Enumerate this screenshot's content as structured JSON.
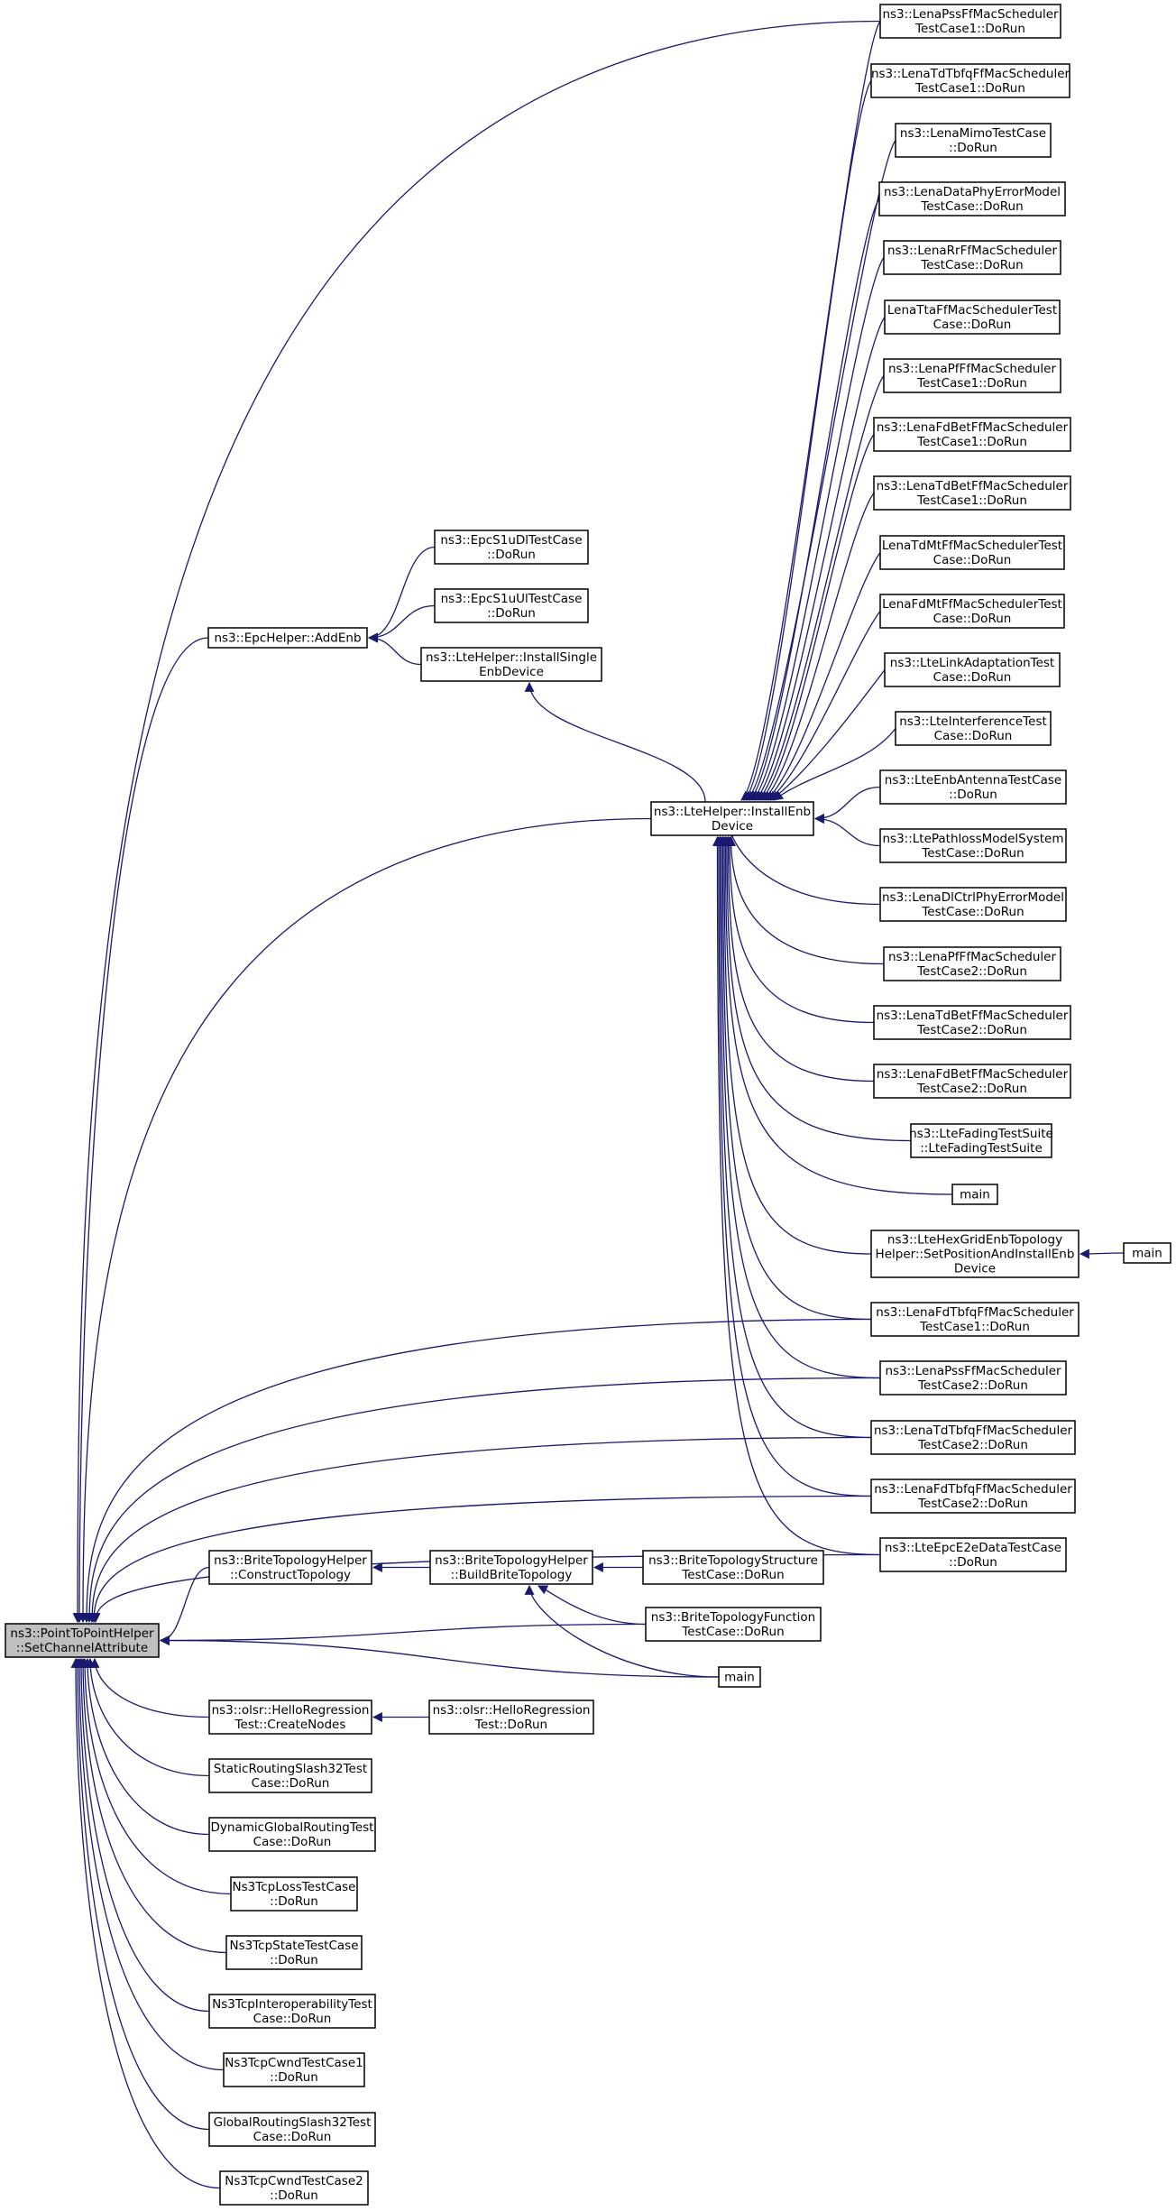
{
  "graph": {
    "edge_color": "#191970",
    "root_fill": "#bfbfbf",
    "node_border": "#000000",
    "nodes": [
      {
        "id": "root",
        "lines": [
          "ns3::PointToPointHelper",
          "::SetChannelAttribute"
        ]
      },
      {
        "id": "epc_addenb",
        "lines": [
          "ns3::EpcHelper::AddEnb"
        ]
      },
      {
        "id": "epc_s1u_dl",
        "lines": [
          "ns3::EpcS1uDlTestCase",
          "::DoRun"
        ]
      },
      {
        "id": "epc_s1u_ul",
        "lines": [
          "ns3::EpcS1uUlTestCase",
          "::DoRun"
        ]
      },
      {
        "id": "lte_install_single",
        "lines": [
          "ns3::LteHelper::InstallSingle",
          "EnbDevice"
        ]
      },
      {
        "id": "lte_install_enb",
        "lines": [
          "ns3::LteHelper::InstallEnb",
          "Device"
        ]
      },
      {
        "id": "pss1",
        "lines": [
          "ns3::LenaPssFfMacScheduler",
          "TestCase1::DoRun"
        ]
      },
      {
        "id": "tdtbfq1",
        "lines": [
          "ns3::LenaTdTbfqFfMacScheduler",
          "TestCase1::DoRun"
        ]
      },
      {
        "id": "mimo",
        "lines": [
          "ns3::LenaMimoTestCase",
          "::DoRun"
        ]
      },
      {
        "id": "dataphy",
        "lines": [
          "ns3::LenaDataPhyErrorModel",
          "TestCase::DoRun"
        ]
      },
      {
        "id": "rr",
        "lines": [
          "ns3::LenaRrFfMacScheduler",
          "TestCase::DoRun"
        ]
      },
      {
        "id": "tta",
        "lines": [
          "LenaTtaFfMacSchedulerTest",
          "Case::DoRun"
        ]
      },
      {
        "id": "pf1",
        "lines": [
          "ns3::LenaPfFfMacScheduler",
          "TestCase1::DoRun"
        ]
      },
      {
        "id": "fdbet1",
        "lines": [
          "ns3::LenaFdBetFfMacScheduler",
          "TestCase1::DoRun"
        ]
      },
      {
        "id": "tdbet1",
        "lines": [
          "ns3::LenaTdBetFfMacScheduler",
          "TestCase1::DoRun"
        ]
      },
      {
        "id": "tdmt",
        "lines": [
          "LenaTdMtFfMacSchedulerTest",
          "Case::DoRun"
        ]
      },
      {
        "id": "fdmt",
        "lines": [
          "LenaFdMtFfMacSchedulerTest",
          "Case::DoRun"
        ]
      },
      {
        "id": "linkadapt",
        "lines": [
          "ns3::LteLinkAdaptationTest",
          "Case::DoRun"
        ]
      },
      {
        "id": "interf",
        "lines": [
          "ns3::LteInterferenceTest",
          "Case::DoRun"
        ]
      },
      {
        "id": "antenna",
        "lines": [
          "ns3::LteEnbAntennaTestCase",
          "::DoRun"
        ]
      },
      {
        "id": "pathloss",
        "lines": [
          "ns3::LtePathlossModelSystem",
          "TestCase::DoRun"
        ]
      },
      {
        "id": "dlctrl",
        "lines": [
          "ns3::LenaDlCtrlPhyErrorModel",
          "TestCase::DoRun"
        ]
      },
      {
        "id": "pf2",
        "lines": [
          "ns3::LenaPfFfMacScheduler",
          "TestCase2::DoRun"
        ]
      },
      {
        "id": "tdbet2",
        "lines": [
          "ns3::LenaTdBetFfMacScheduler",
          "TestCase2::DoRun"
        ]
      },
      {
        "id": "fdbet2",
        "lines": [
          "ns3::LenaFdBetFfMacScheduler",
          "TestCase2::DoRun"
        ]
      },
      {
        "id": "fading",
        "lines": [
          "ns3::LteFadingTestSuite",
          "::LteFadingTestSuite"
        ]
      },
      {
        "id": "main_a",
        "lines": [
          "main"
        ]
      },
      {
        "id": "hexgrid",
        "lines": [
          "ns3::LteHexGridEnbTopology",
          "Helper::SetPositionAndInstallEnb",
          "Device"
        ]
      },
      {
        "id": "main_b",
        "lines": [
          "main"
        ]
      },
      {
        "id": "fdtbfq1",
        "lines": [
          "ns3::LenaFdTbfqFfMacScheduler",
          "TestCase1::DoRun"
        ]
      },
      {
        "id": "pss2",
        "lines": [
          "ns3::LenaPssFfMacScheduler",
          "TestCase2::DoRun"
        ]
      },
      {
        "id": "tdtbfq2",
        "lines": [
          "ns3::LenaTdTbfqFfMacScheduler",
          "TestCase2::DoRun"
        ]
      },
      {
        "id": "fdtbfq2",
        "lines": [
          "ns3::LenaFdTbfqFfMacScheduler",
          "TestCase2::DoRun"
        ]
      },
      {
        "id": "e2e",
        "lines": [
          "ns3::LteEpcE2eDataTestCase",
          "::DoRun"
        ]
      },
      {
        "id": "brite_construct",
        "lines": [
          "ns3::BriteTopologyHelper",
          "::ConstructTopology"
        ]
      },
      {
        "id": "brite_build",
        "lines": [
          "ns3::BriteTopologyHelper",
          "::BuildBriteTopology"
        ]
      },
      {
        "id": "brite_struct",
        "lines": [
          "ns3::BriteTopologyStructure",
          "TestCase::DoRun"
        ]
      },
      {
        "id": "brite_func",
        "lines": [
          "ns3::BriteTopologyFunction",
          "TestCase::DoRun"
        ]
      },
      {
        "id": "main_c",
        "lines": [
          "main"
        ]
      },
      {
        "id": "olsr_create",
        "lines": [
          "ns3::olsr::HelloRegression",
          "Test::CreateNodes"
        ]
      },
      {
        "id": "olsr_dorun",
        "lines": [
          "ns3::olsr::HelloRegression",
          "Test::DoRun"
        ]
      },
      {
        "id": "static_slash32",
        "lines": [
          "StaticRoutingSlash32Test",
          "Case::DoRun"
        ]
      },
      {
        "id": "dyn_global",
        "lines": [
          "DynamicGlobalRoutingTest",
          "Case::DoRun"
        ]
      },
      {
        "id": "tcp_loss",
        "lines": [
          "Ns3TcpLossTestCase",
          "::DoRun"
        ]
      },
      {
        "id": "tcp_state",
        "lines": [
          "Ns3TcpStateTestCase",
          "::DoRun"
        ]
      },
      {
        "id": "tcp_interop",
        "lines": [
          "Ns3TcpInteroperabilityTest",
          "Case::DoRun"
        ]
      },
      {
        "id": "tcp_cwnd1",
        "lines": [
          "Ns3TcpCwndTestCase1",
          "::DoRun"
        ]
      },
      {
        "id": "global_slash32",
        "lines": [
          "GlobalRoutingSlash32Test",
          "Case::DoRun"
        ]
      },
      {
        "id": "tcp_cwnd2",
        "lines": [
          "Ns3TcpCwndTestCase2",
          "::DoRun"
        ]
      }
    ]
  }
}
